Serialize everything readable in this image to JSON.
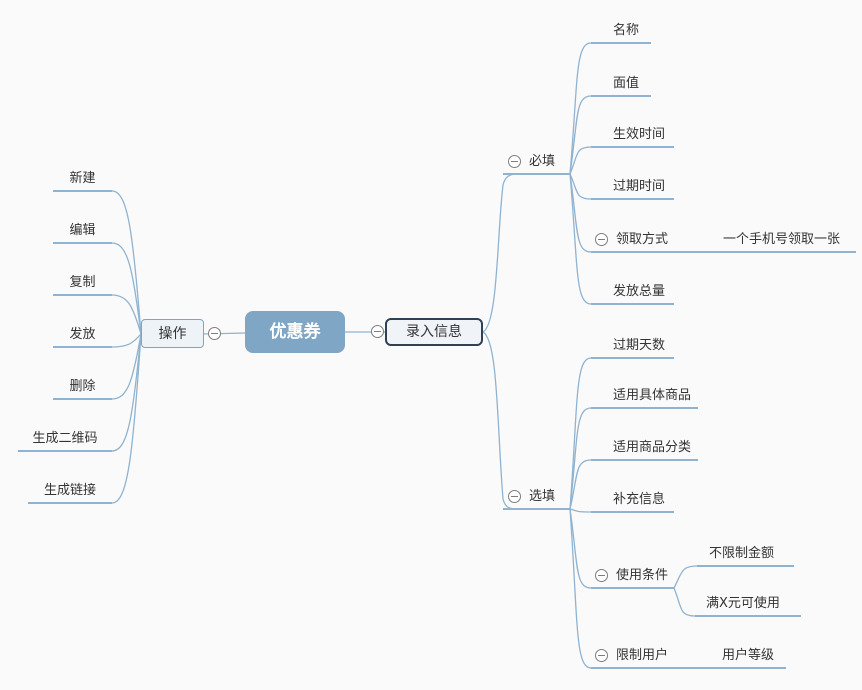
{
  "root": {
    "label": "优惠券"
  },
  "left": {
    "node": {
      "label": "操作"
    },
    "children": [
      {
        "label": "新建"
      },
      {
        "label": "编辑"
      },
      {
        "label": "复制"
      },
      {
        "label": "发放"
      },
      {
        "label": "删除"
      },
      {
        "label": "生成二维码"
      },
      {
        "label": "生成链接"
      }
    ]
  },
  "right": {
    "node": {
      "label": "录入信息"
    },
    "groups": [
      {
        "label": "必填",
        "children": [
          {
            "label": "名称"
          },
          {
            "label": "面值"
          },
          {
            "label": "生效时间"
          },
          {
            "label": "过期时间"
          },
          {
            "label": "领取方式",
            "children": [
              {
                "label": "一个手机号领取一张"
              }
            ]
          },
          {
            "label": "发放总量"
          }
        ]
      },
      {
        "label": "选填",
        "children": [
          {
            "label": "过期天数"
          },
          {
            "label": "适用具体商品"
          },
          {
            "label": "适用商品分类"
          },
          {
            "label": "补充信息"
          },
          {
            "label": "使用条件",
            "children": [
              {
                "label": "不限制金额"
              },
              {
                "label": "满X元可使用"
              }
            ]
          },
          {
            "label": "限制用户",
            "children": [
              {
                "label": "用户等级"
              }
            ]
          }
        ]
      }
    ]
  },
  "icons": {
    "collapse": "minus-circle"
  },
  "colors": {
    "line": "#8FB3D0",
    "root_fill": "#7FA6C5",
    "branch_border": "#7CA6C6",
    "selected_border": "#2E4156",
    "text": "#333333",
    "background": "#FAFAFA"
  }
}
